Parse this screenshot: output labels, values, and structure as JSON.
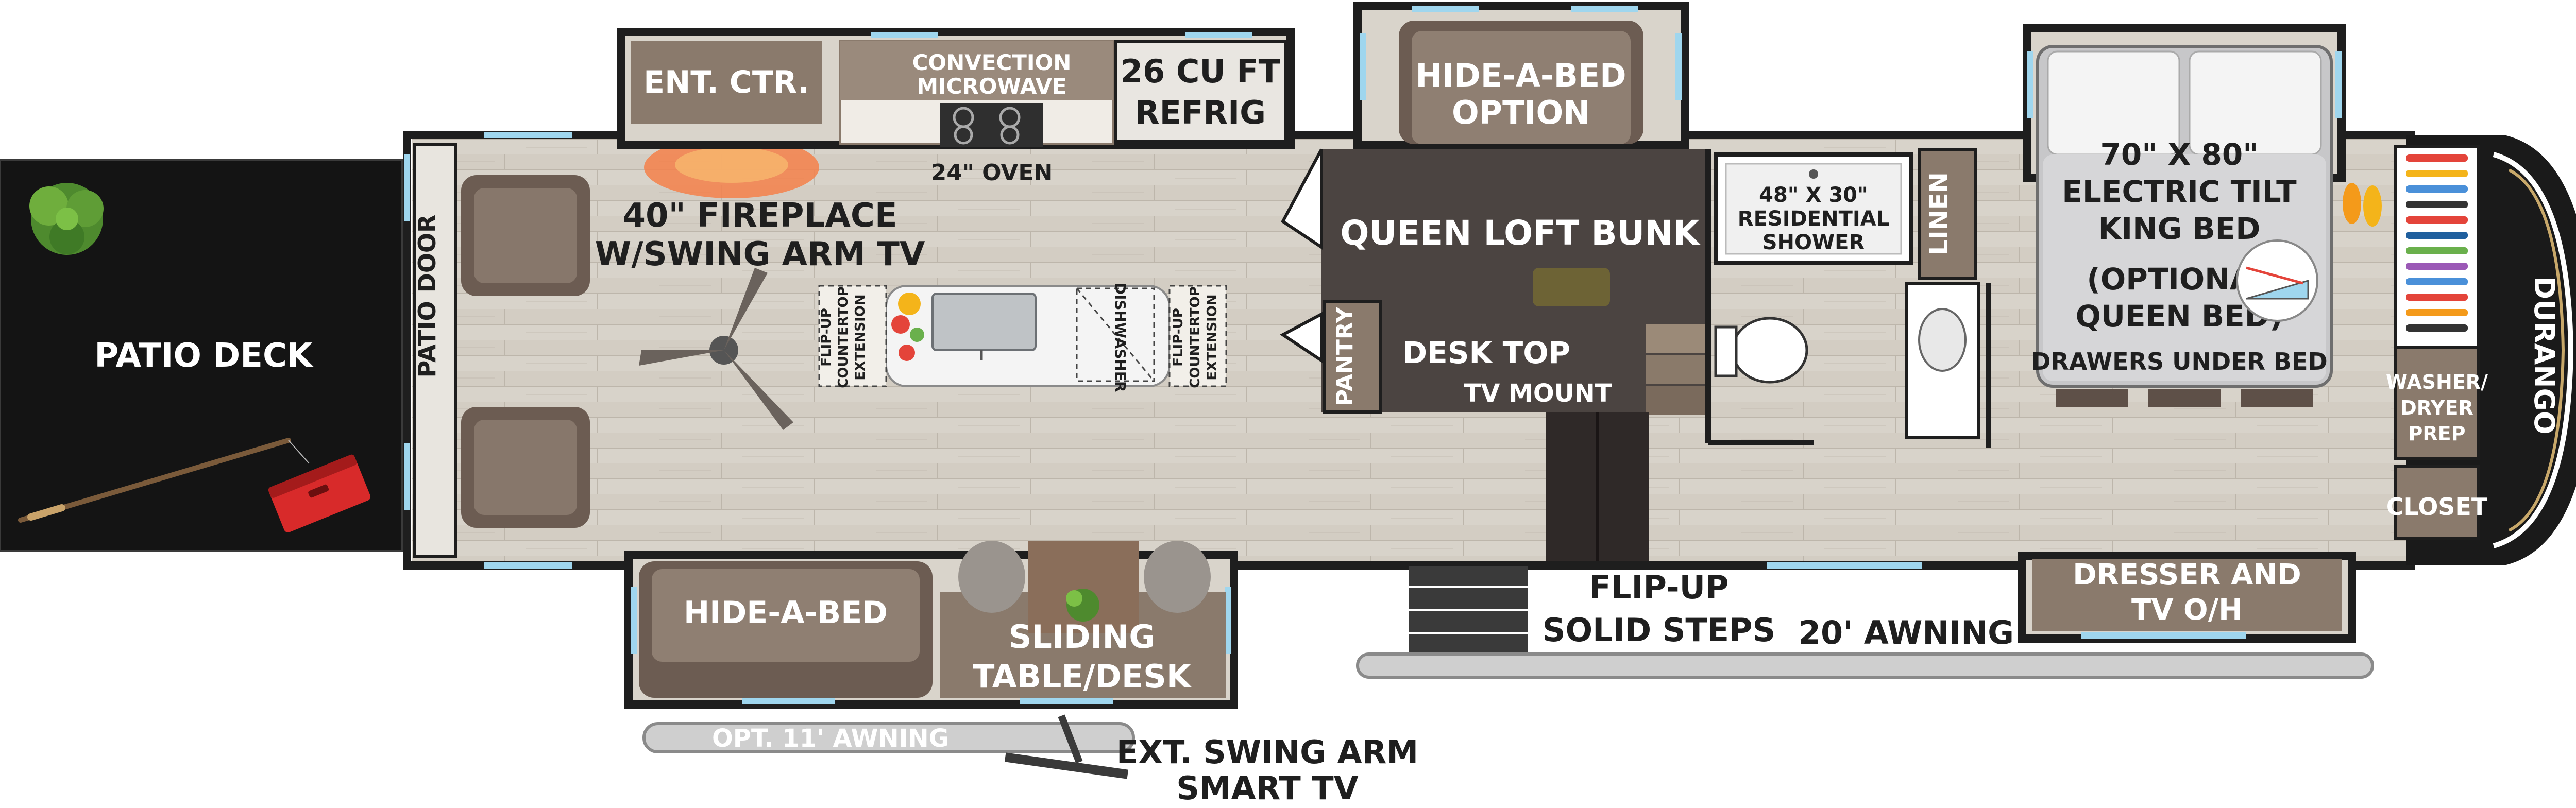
{
  "colors": {
    "wall": "#1e1e1e",
    "floor_light": "#d9d4cb",
    "floor_plank": "#c9c3b9",
    "cabinet": "#8a7a6c",
    "cabinet_dark": "#5e5048",
    "loft": "#4a4340",
    "sofa": "#6a5a50",
    "deck": "#141414",
    "window": "#9fd6ee",
    "bed": "#e9e9ea",
    "awning": "#cfcfcf"
  },
  "labels": {
    "patio_deck": "PATIO DECK",
    "patio_door": "PATIO DOOR",
    "ent_ctr": "ENT. CTR.",
    "convection_1": "CONVECTION",
    "convection_2": "MICROWAVE",
    "oven": "24\" OVEN",
    "refrig_1": "26 CU FT",
    "refrig_2": "REFRIG",
    "fireplace_1": "40\" FIREPLACE",
    "fireplace_2": "W/SWING ARM TV",
    "flipup_left_1": "FLIP-UP",
    "flipup_left_2": "COUNTERTOP",
    "flipup_left_3": "EXTENSION",
    "dishwasher": "DISHWASHER",
    "flipup_right_1": "FLIP-UP",
    "flipup_right_2": "COUNTERTOP",
    "flipup_right_3": "EXTENSION",
    "hide_a_bed_option_1": "HIDE-A-BED",
    "hide_a_bed_option_2": "OPTION",
    "queen_loft_bunk": "QUEEN LOFT BUNK",
    "pantry": "PANTRY",
    "desk_top": "DESK TOP",
    "tv_mount": "TV MOUNT",
    "shower_1": "48\" X 30\"",
    "shower_2": "RESIDENTIAL",
    "shower_3": "SHOWER",
    "linen": "LINEN",
    "bed_1": "70\" X 80\"",
    "bed_2": "ELECTRIC TILT",
    "bed_3": "KING BED",
    "bed_4": "(OPTIONAL",
    "bed_5": "QUEEN BED)",
    "bed_6": "DRAWERS UNDER BED",
    "washer_1": "WASHER/",
    "washer_2": "DRYER",
    "washer_3": "PREP",
    "closet": "CLOSET",
    "dresser_1": "DRESSER AND",
    "dresser_2": "TV O/H",
    "hide_a_bed": "HIDE-A-BED",
    "sliding_1": "SLIDING",
    "sliding_2": "TABLE/DESK",
    "flip_steps_1": "FLIP-UP",
    "flip_steps_2": "SOLID STEPS",
    "awning_20": "20' AWNING",
    "awning_opt": "OPT. 11' AWNING",
    "ext_tv_1": "EXT. SWING ARM",
    "ext_tv_2": "SMART TV",
    "brand": "DURANGO"
  }
}
